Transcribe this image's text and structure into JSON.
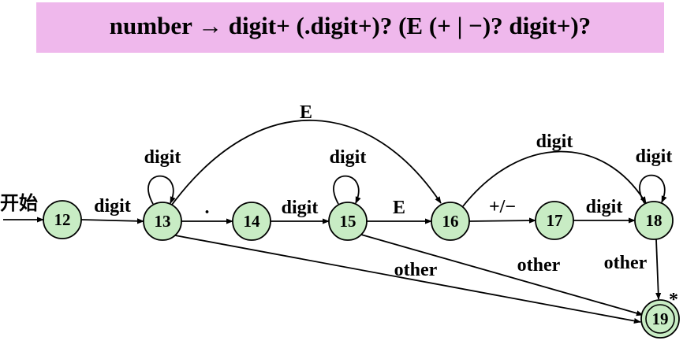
{
  "title": {
    "formula": "number → digit+ (.digit+)? (E (+ | −)? digit+)?"
  },
  "start_label": "开始",
  "states": [
    "12",
    "13",
    "14",
    "15",
    "16",
    "17",
    "18",
    "19"
  ],
  "accepting_state": "19",
  "retract_mark": "*",
  "transitions": [
    {
      "from": "start",
      "to": "12",
      "label": ""
    },
    {
      "from": "12",
      "to": "13",
      "label": "digit"
    },
    {
      "from": "13",
      "to": "13",
      "label": "digit"
    },
    {
      "from": "13",
      "to": "14",
      "label": "."
    },
    {
      "from": "14",
      "to": "15",
      "label": "digit"
    },
    {
      "from": "15",
      "to": "15",
      "label": "digit"
    },
    {
      "from": "15",
      "to": "16",
      "label": "E"
    },
    {
      "from": "13",
      "to": "16",
      "label": "E"
    },
    {
      "from": "16",
      "to": "17",
      "label": "+/−"
    },
    {
      "from": "17",
      "to": "18",
      "label": "digit"
    },
    {
      "from": "16",
      "to": "18",
      "label": "digit"
    },
    {
      "from": "18",
      "to": "18",
      "label": "digit"
    },
    {
      "from": "13",
      "to": "19",
      "label": "other"
    },
    {
      "from": "15",
      "to": "19",
      "label": "other"
    },
    {
      "from": "18",
      "to": "19",
      "label": "other"
    }
  ],
  "colors": {
    "banner": "#efb8ec",
    "state_fill": "#c8ecc4",
    "stroke": "#000000"
  }
}
